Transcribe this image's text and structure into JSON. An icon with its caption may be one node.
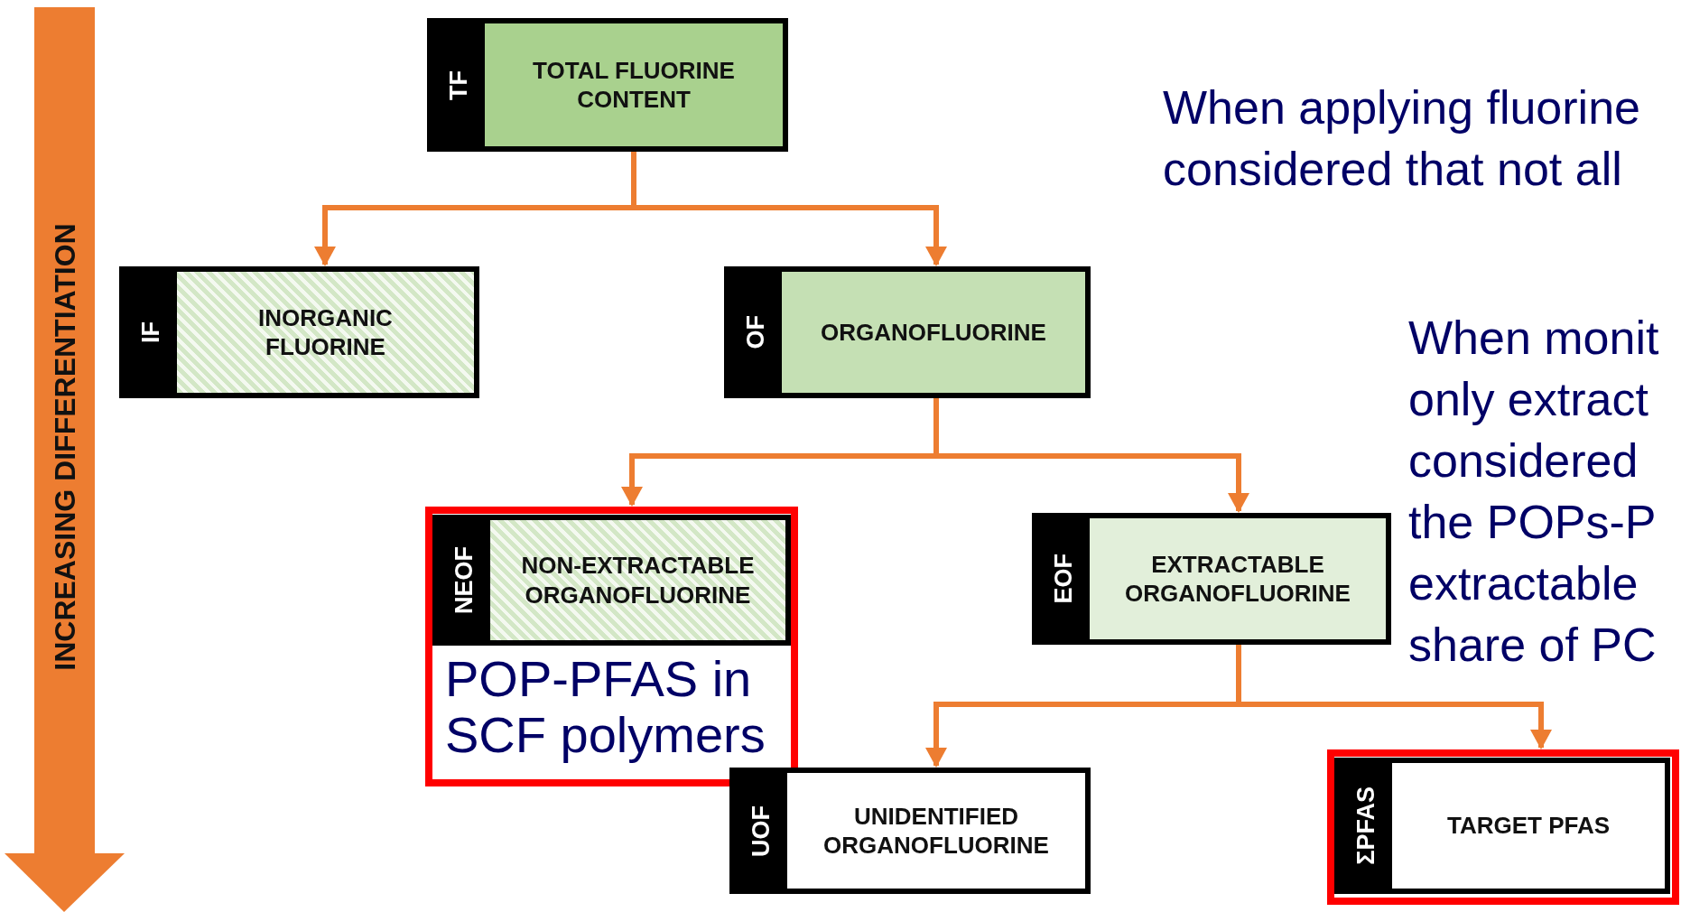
{
  "diagram": {
    "nodes": [
      {
        "text": [
          "TF",
          "TOTAL FLUORINE CONTENT"
        ]
      },
      {
        "text": [
          "IF",
          "INORGANIC FLUORINE"
        ]
      },
      {
        "text": [
          "OF",
          "ORGANOFLUORINE"
        ]
      },
      {
        "text": [
          "POP-PFAS in SCF polymers"
        ]
      },
      {
        "text": [
          "NEOF",
          "NON-EXTRACTABLE ORGANOFLUORINE"
        ],
        "in": 3
      },
      {
        "text": [
          "EOF",
          "EXTRACTABLE ORGANOFLUORINE"
        ]
      },
      {
        "text": [
          "UOF",
          "UNIDENTIFIED ORGANOFLUORINE"
        ]
      },
      {
        "text": [],
        "shape": "box"
      },
      {
        "text": [
          "ΣPFAS",
          "TARGET PFAS"
        ],
        "in": 7
      }
    ],
    "edges": [
      {
        "from": 0,
        "to": 1,
        "arrow": "to"
      },
      {
        "from": 0,
        "to": 2,
        "arrow": "to"
      },
      {
        "from": 2,
        "to": 3,
        "arrow": "to"
      },
      {
        "from": 2,
        "to": 5,
        "arrow": "to"
      },
      {
        "from": 5,
        "to": 6,
        "arrow": "to"
      },
      {
        "from": 5,
        "to": 7,
        "arrow": "to"
      }
    ],
    "labels": [
      "INCREASING DIFFERENTIATION",
      "When applying fluorine considered that not all",
      "When monit only extract considered the POPs-P extractable share of PC"
    ]
  }
}
